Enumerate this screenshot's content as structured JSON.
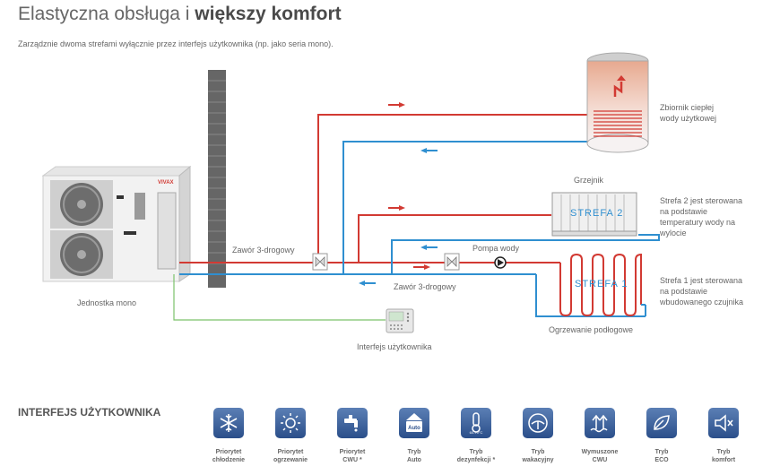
{
  "header": {
    "title_light": "Elastyczna obsługa i ",
    "title_bold": "większy komfort",
    "subtitle": "Zarządznie dwoma strefami wyłącznie przez interfejs użytkownika (np. jako seria mono)."
  },
  "diagram": {
    "tank_label_1": "Zbiornik ciepłej",
    "tank_label_2": "wody użytkowej",
    "radiator_label": "Grzejnik",
    "zone2_label": "STREFA  2",
    "zone2_desc_1": "Strefa 2 jest sterowana",
    "zone2_desc_2": "na podstawie",
    "zone2_desc_3": "temperatury wody na",
    "zone2_desc_4": "wylocie",
    "pump_label": "Pompa wody",
    "valve1_label": "Zawór 3-drogowy",
    "valve2_label": "Zawór 3-drogowy",
    "unit_label": "Jednostka mono",
    "unit_brand": "VIVAX",
    "zone1_label": "STREFA  1",
    "zone1_desc_1": "Strefa 1 jest sterowana",
    "zone1_desc_2": "na podstawie",
    "zone1_desc_3": "wbudowanego czujnika",
    "floor_label": "Ogrzewanie podłogowe",
    "interface_label": "Interfejs użytkownika"
  },
  "colors": {
    "hot_pipe": "#d23a33",
    "cold_pipe": "#2f8fd0",
    "control_wire": "#7cc26b",
    "icon_bg": "#2b4f8a"
  },
  "features": {
    "section_title": "INTERFEJS UŻYTKOWNIKA",
    "items": [
      {
        "line1": "Priorytet",
        "line2": "chłodzenie",
        "icon": "snowflake-icon"
      },
      {
        "line1": "Priorytet",
        "line2": "ogrzewanie",
        "icon": "sun-icon"
      },
      {
        "line1": "Priorytet",
        "line2": "CWU *",
        "icon": "tap-icon"
      },
      {
        "line1": "Tryb",
        "line2": "Auto",
        "icon": "auto-icon"
      },
      {
        "line1": "Tryb",
        "line2": "dezynfekcji *",
        "icon": "thermometer-icon"
      },
      {
        "line1": "Tryb",
        "line2": "wakacyjny",
        "icon": "holiday-icon"
      },
      {
        "line1": "Wymuszone",
        "line2": "CWU",
        "icon": "forced-dhw-icon"
      },
      {
        "line1": "Tryb",
        "line2": "ECO",
        "icon": "eco-leaf-icon"
      },
      {
        "line1": "Tryb",
        "line2": "komfort",
        "icon": "speaker-icon"
      }
    ]
  }
}
